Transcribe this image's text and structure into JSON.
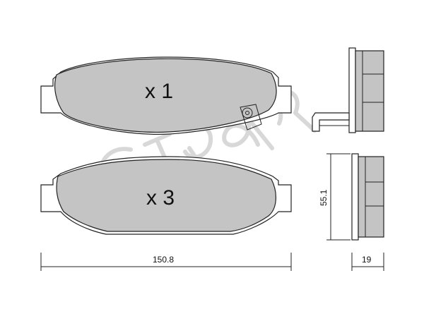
{
  "drawing": {
    "top_pad": {
      "quantity_label": "x 1"
    },
    "bottom_pad": {
      "quantity_label": "x 3"
    },
    "dimensions": {
      "width": "150.8",
      "height": "55.1",
      "thickness": "19"
    }
  },
  "colors": {
    "friction_material": "#c4c4c4",
    "outline": "#222222",
    "watermark": "#d8d8d8"
  },
  "watermark": {
    "logo": "cifam"
  }
}
